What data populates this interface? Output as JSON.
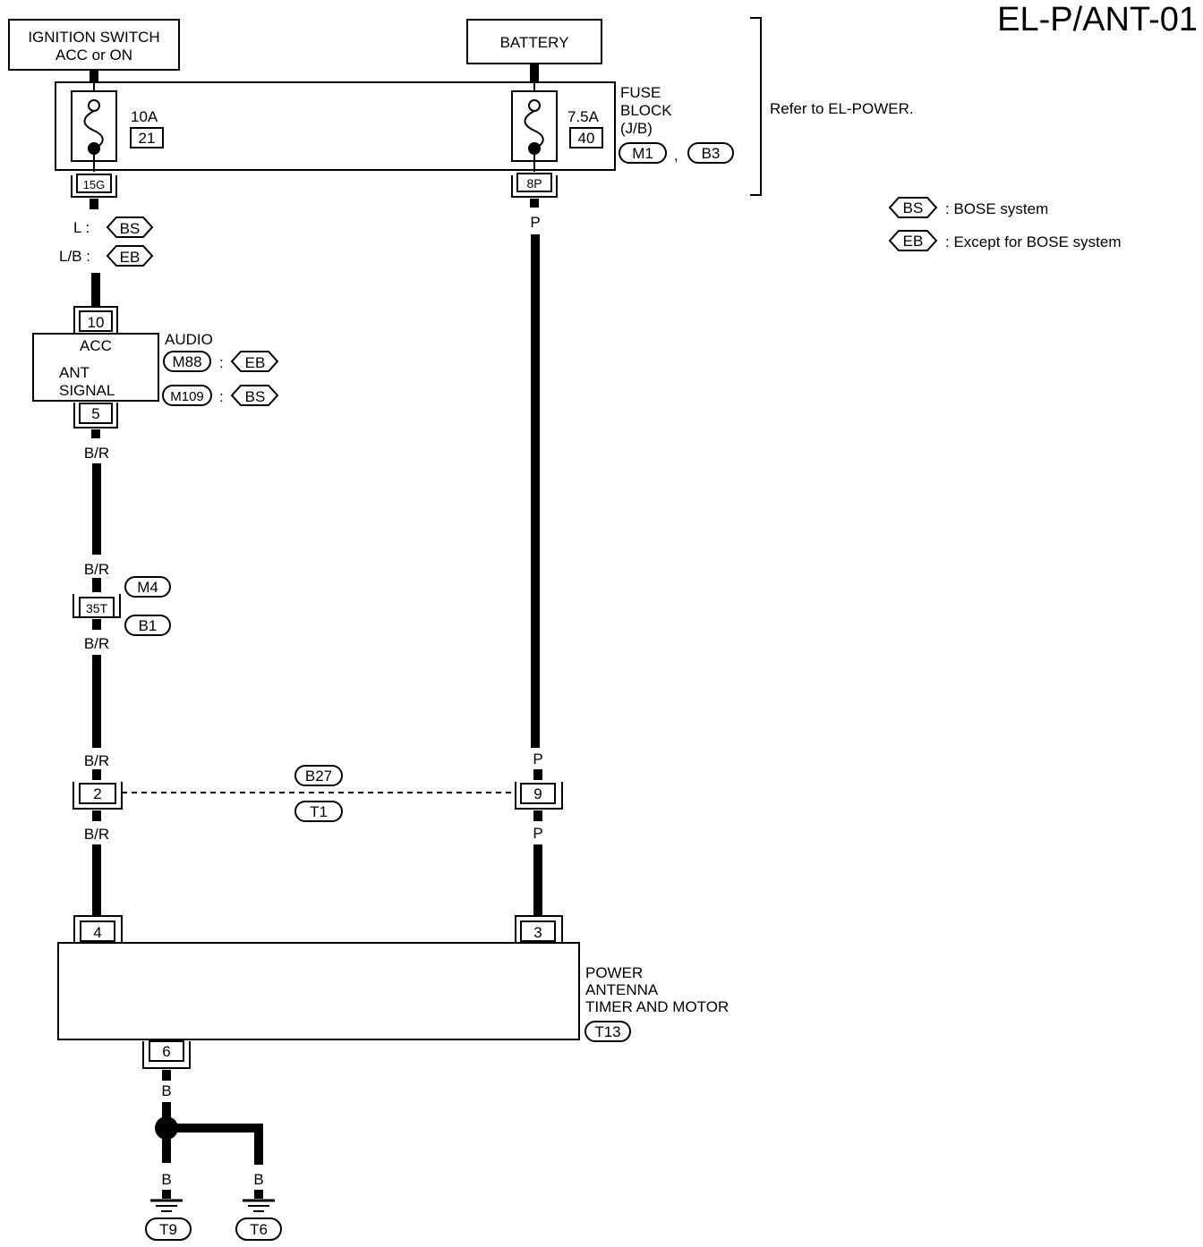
{
  "page_id": "EL-P/ANT-01",
  "ignition_switch": {
    "line1": "IGNITION SWITCH",
    "line2": "ACC or ON"
  },
  "battery": "BATTERY",
  "fuse_block": {
    "line1": "FUSE",
    "line2": "BLOCK",
    "line3": "(J/B)",
    "connectors": [
      "M1",
      "B3"
    ],
    "separator": ","
  },
  "fuse_left": {
    "rating": "10A",
    "number": "21",
    "terminal": "15G"
  },
  "fuse_right": {
    "rating": "7.5A",
    "number": "40",
    "terminal": "8P"
  },
  "refer_note": "Refer to EL-POWER.",
  "legend": [
    {
      "code": "BS",
      "text": ": BOSE system"
    },
    {
      "code": "EB",
      "text": ": Except for BOSE system"
    }
  ],
  "wire_colors_top_left": [
    {
      "color": "L :",
      "code": "BS"
    },
    {
      "color": "L/B :",
      "code": "EB"
    }
  ],
  "audio": {
    "title": "AUDIO",
    "pin_acc": "10",
    "label_acc": "ACC",
    "label_ant1": "ANT",
    "label_ant2": "SIGNAL",
    "pin_ant": "5",
    "connectors": [
      {
        "id": "M88",
        "sep": ":",
        "code": "EB"
      },
      {
        "id": "M109",
        "sep": ":",
        "code": "BS"
      }
    ]
  },
  "wires": {
    "br_1": "B/R",
    "br_2": "B/R",
    "br_3": "B/R",
    "br_4": "B/R",
    "br_5": "B/R",
    "p_1": "P",
    "p_2": "P",
    "p_3": "P",
    "b_1": "B",
    "b_2": "B",
    "b_3": "B"
  },
  "joint_35t": {
    "terminal": "35T",
    "connectors": [
      "M4",
      "B1"
    ]
  },
  "joint_b27": {
    "left_pin": "2",
    "right_pin": "9",
    "connectors": [
      "B27",
      "T1"
    ]
  },
  "antenna": {
    "line1": "POWER",
    "line2": "ANTENNA",
    "line3": "TIMER AND MOTOR",
    "connector": "T13",
    "pin_left": "4",
    "pin_right": "3",
    "pin_ground": "6"
  },
  "grounds": [
    "T9",
    "T6"
  ]
}
